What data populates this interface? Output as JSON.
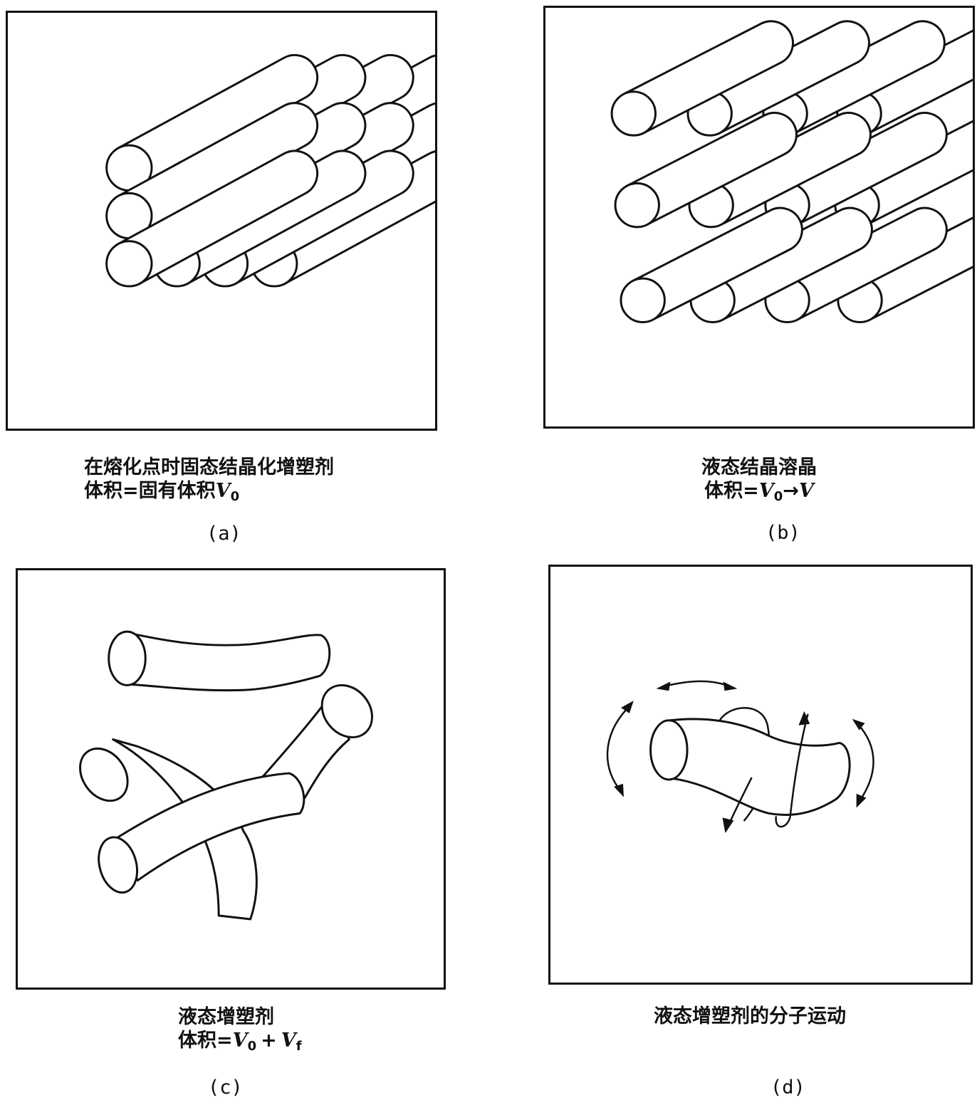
{
  "panels": {
    "a": {
      "caption_line1": "在熔化点时固态结晶化增塑剂",
      "caption_line2_prefix": "体积=固有体积",
      "symbol": "V",
      "subscript": "0",
      "label": "(a)"
    },
    "b": {
      "caption_line1": "液态结晶溶晶",
      "caption_line2_prefix": "体积=",
      "symbol": "V",
      "subscript": "0",
      "arrow": "→",
      "symbol2": "V",
      "label": "(b)"
    },
    "c": {
      "caption_line1": "液态增塑剂",
      "caption_line2_prefix": "体积=",
      "symbol": "V",
      "subscript": "0",
      "plus": "+",
      "symbol2": "V",
      "subscript2": "f",
      "label": "(c)"
    },
    "d": {
      "caption_line1": "液态增塑剂的分子运动",
      "label": "(d)"
    }
  },
  "colors": {
    "ink": "#111111",
    "paper": "#ffffff"
  }
}
